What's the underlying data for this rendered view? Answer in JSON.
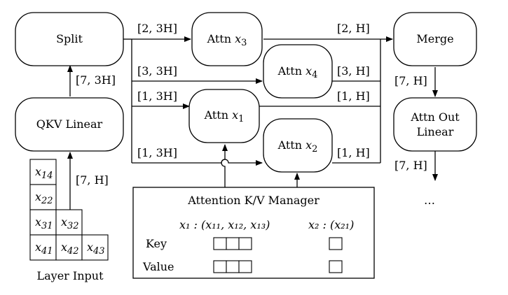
{
  "nodes": {
    "split": "Split",
    "qkv": "QKV Linear",
    "merge": "Merge",
    "attn_out_1": "Attn Out",
    "attn_out_2": "Linear",
    "attn_prefix": "Attn",
    "attn_x3": "x",
    "attn_x3_sub": "3",
    "attn_x4": "x",
    "attn_x4_sub": "4",
    "attn_x1": "x",
    "attn_x1_sub": "1",
    "attn_x2": "x",
    "attn_x2_sub": "2"
  },
  "edges": {
    "split_x3": "[2, 3H]",
    "split_x4": "[3, 3H]",
    "split_x1": "[1, 3H]",
    "split_x2": "[1, 3H]",
    "x3_merge": "[2, H]",
    "x4_merge": "[3, H]",
    "x1_merge": "[1, H]",
    "x2_merge": "[1, H]",
    "qkv_split": "[7, 3H]",
    "input_qkv": "[7, H]",
    "merge_out": "[7, H]",
    "out_next": "[7, H]",
    "ellipsis": "…"
  },
  "layer_input": {
    "caption": "Layer Input",
    "rows": [
      [
        {
          "v": "x",
          "s": "14"
        }
      ],
      [
        {
          "v": "x",
          "s": "22"
        }
      ],
      [
        {
          "v": "x",
          "s": "31"
        },
        {
          "v": "x",
          "s": "32"
        }
      ],
      [
        {
          "v": "x",
          "s": "41"
        },
        {
          "v": "x",
          "s": "42"
        },
        {
          "v": "x",
          "s": "43"
        }
      ]
    ]
  },
  "manager": {
    "title": "Attention K/V Manager",
    "col1": "x₁ : (x₁₁, x₁₂, x₁₃)",
    "col2": "x₂ : (x₂₁)",
    "row_key": "Key",
    "row_value": "Value"
  }
}
